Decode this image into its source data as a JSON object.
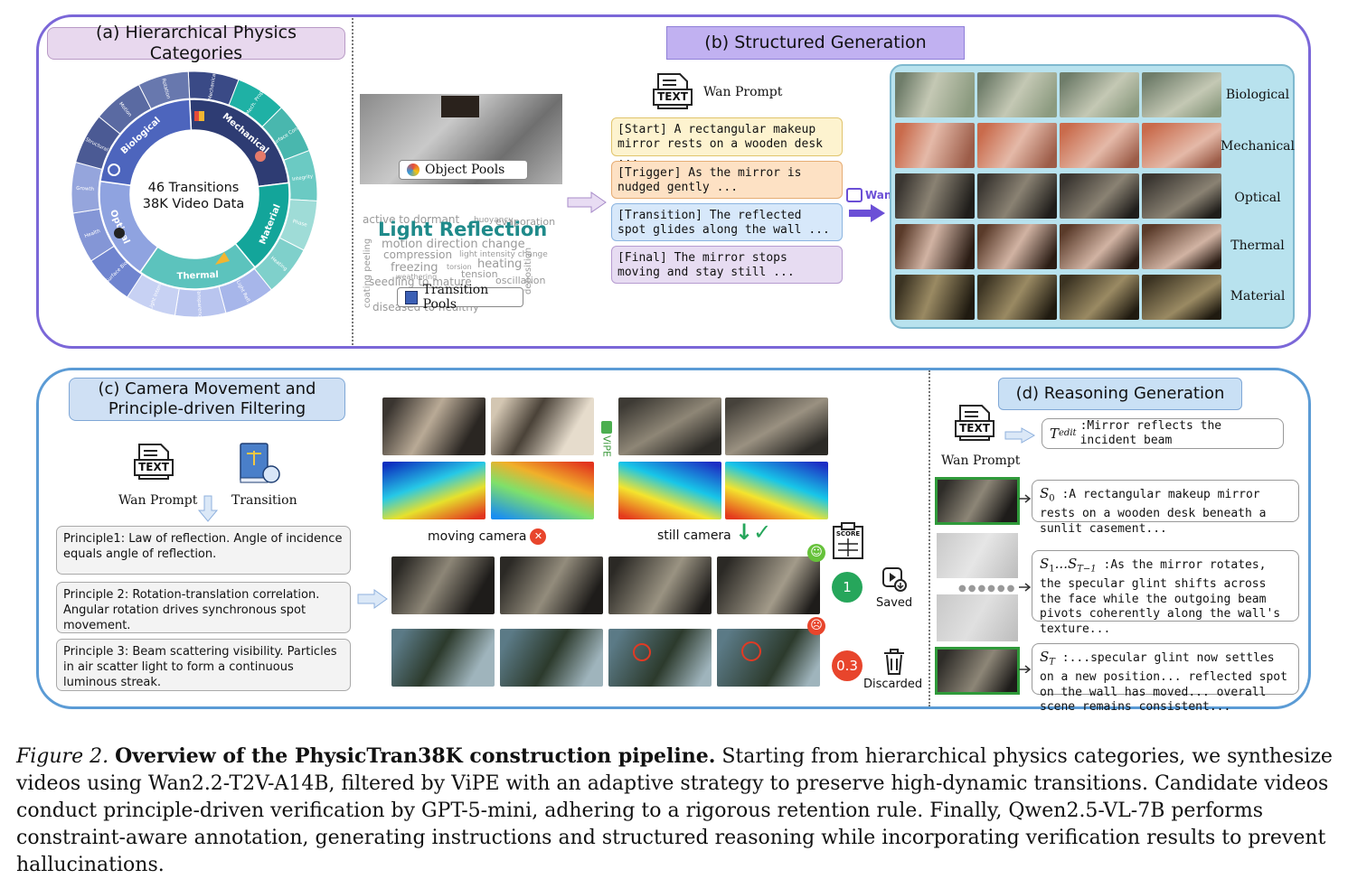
{
  "panel_a": {
    "title": "(a) Hierarchical Physics Categories",
    "center_line1": "46 Transitions",
    "center_line2": "38K Video Data",
    "inner_segments": [
      {
        "label": "Mechanical",
        "color": "#2e3c73"
      },
      {
        "label": "Material",
        "color": "#13a59a"
      },
      {
        "label": "Thermal",
        "color": "#5cc3bd"
      },
      {
        "label": "Optical",
        "color": "#8fa3e0"
      },
      {
        "label": "Biological",
        "color": "#4d65bd"
      }
    ],
    "outer_labels": [
      "Mechanical",
      "Mech. Prop",
      "Surface Cond.",
      "Integrity",
      "Phase",
      "Heating",
      "Light Refl.",
      "Transparency",
      "Light Inten.",
      "Surface Bio.",
      "Health",
      "Growth",
      "Structural",
      "Motion",
      "Rotation"
    ]
  },
  "panel_pools": {
    "object_pools": "Object Pools",
    "transition_pools": "Transition Pools",
    "cloud_main": "Light Reflection",
    "cloud_words": [
      "active to dormant",
      "buoyancy",
      "evaporation",
      "motion direction change",
      "compression",
      "light intensity change",
      "freezing",
      "heating",
      "tension",
      "oscillation",
      "seedling to mature",
      "diseased to healthy",
      "weathering",
      "torsion",
      "deposition",
      "coating peeling"
    ]
  },
  "panel_b": {
    "title": "(b) Structured Generation",
    "wan_prompt": "Wan Prompt",
    "text_icon": "TEXT",
    "wan_label": "Wan",
    "steps": {
      "start": "[Start] A rectangular makeup mirror rests on a wooden desk ...",
      "trigger": "[Trigger] As the mirror is nudged gently ...",
      "transition": "[Transition] The reflected spot glides along the wall ...",
      "final": "[Final] The mirror stops moving and stay still ..."
    },
    "rows": [
      "Biological",
      "Mechanical",
      "Optical",
      "Thermal",
      "Material"
    ]
  },
  "panel_c": {
    "title_line1": "(c) Camera Movement and",
    "title_line2": "Principle-driven Filtering",
    "wan_prompt": "Wan Prompt",
    "transition": "Transition",
    "text_icon": "TEXT",
    "principles": [
      "Principle1: Law of reflection. Angle of incidence equals angle of reflection.",
      "Principle 2: Rotation-translation correlation. Angular rotation drives synchronous spot movement.",
      "Principle 3: Beam scattering visibility. Particles in air scatter light to form a continuous luminous streak."
    ],
    "vipe": "ViPE",
    "moving_camera": "moving camera",
    "still_camera": "still camera",
    "score_icon": "SCORE",
    "score_good": "1",
    "score_bad": "0.3",
    "saved": "Saved",
    "discarded": "Discarded"
  },
  "panel_d": {
    "title": "(d) Reasoning Generation",
    "wan_prompt": "Wan Prompt",
    "text_icon": "TEXT",
    "t_edit_sym": "T",
    "t_edit_sub": "edit",
    "t_edit_text": ":Mirror reflects the incident beam",
    "s0_sym": "S",
    "s0_sub": "0",
    "s0_text": ":A rectangular makeup mirror rests on a wooden desk beneath a sunlit casement...",
    "s1_sym": "S",
    "s1_sub": "1",
    "s1_mid": "...S",
    "s1_sub2": "T−1",
    "s1_text": ":As the mirror rotates, the specular glint shifts across the face while the outgoing beam pivots coherently along the wall's texture...",
    "st_sym": "S",
    "st_sub": "T",
    "st_text": ":...specular glint now settles on a new position... reflected spot on the wall has moved... overall scene remains consistent..."
  },
  "caption": {
    "fig": "Figure 2.",
    "bold": "Overview of the PhysicTran38K construction pipeline.",
    "text": "Starting from hierarchical physics categories, we synthesize videos using Wan2.2-T2V-A14B, filtered by ViPE with an adaptive strategy to preserve high-dynamic transitions. Candidate videos conduct principle-driven verification by GPT-5-mini, adhering to a rigorous retention rule. Finally, Qwen2.5-VL-7B performs constraint-aware annotation, generating instructions and structured reasoning while incorporating verification results to prevent hallucinations."
  },
  "colors": {
    "top_border": "#7b67d8",
    "bottom_border": "#5b9bd5",
    "saved_green": "#26a65b",
    "discard_red": "#e8452c"
  }
}
